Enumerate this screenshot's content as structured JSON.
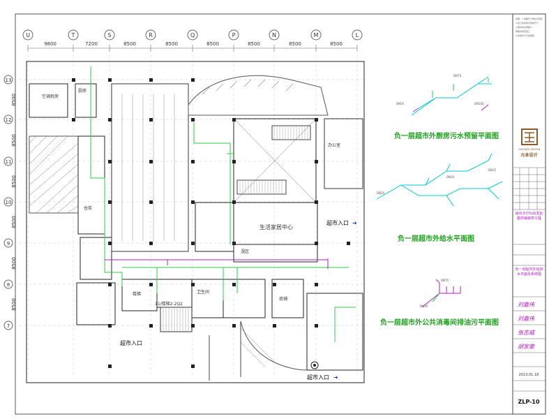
{
  "grid": {
    "columns": [
      "U",
      "T",
      "S",
      "R",
      "Q",
      "P",
      "N",
      "M",
      "L"
    ],
    "column_spacings": [
      "9800",
      "7200",
      "8500",
      "8500",
      "8500",
      "8500",
      "8500",
      "8500"
    ],
    "rows": [
      "13",
      "12",
      "11",
      "10",
      "9",
      "8",
      "7"
    ],
    "row_spacings": [
      "8500",
      "8500",
      "8500",
      "8500",
      "8500",
      "8500"
    ]
  },
  "plan": {
    "entrance_right": "超市入口",
    "entrance_bottom_left": "超市入口",
    "entrance_bottom": "超市入口",
    "center_label": "生活家居中心",
    "rooms": {
      "ac_room": "空调机房",
      "kitchen": "厨房",
      "storage": "仓库",
      "wet_area": "湿区",
      "stair": "楼梯",
      "toilet": "卫生间",
      "shop": "商铺",
      "stair_2q": "11/楼梯2-2Q2",
      "office": "办公室"
    }
  },
  "detail_titles": {
    "kitchen_waste": "负一层超市外厨房污水预留平面图",
    "water_supply": "负一层超市外给水平面图",
    "public_waste": "负一层超市外公共消毒间排油污平面图"
  },
  "title_block": {
    "logo_en": "ORIGINAL DESIGN",
    "logo_cn": "元本设计",
    "project_name": "福州沃尔玛出发配套商铺装修工程",
    "drawing_name": "负一层超市外给排水平面及系统图",
    "signatures": [
      "刘嘉伟",
      "刘嘉伟",
      "张志威",
      "胡家豪"
    ],
    "date": "2013.01.18",
    "drawing_no": "ZLP-10"
  },
  "colors": {
    "wall": "#222222",
    "cyan_pipe": "#00c8d4",
    "green_pipe": "#2ecc40",
    "magenta_pipe": "#b01bc0",
    "title_green": "#1fa31f",
    "logo_brown": "#8b5a2b",
    "border": "#444444"
  }
}
